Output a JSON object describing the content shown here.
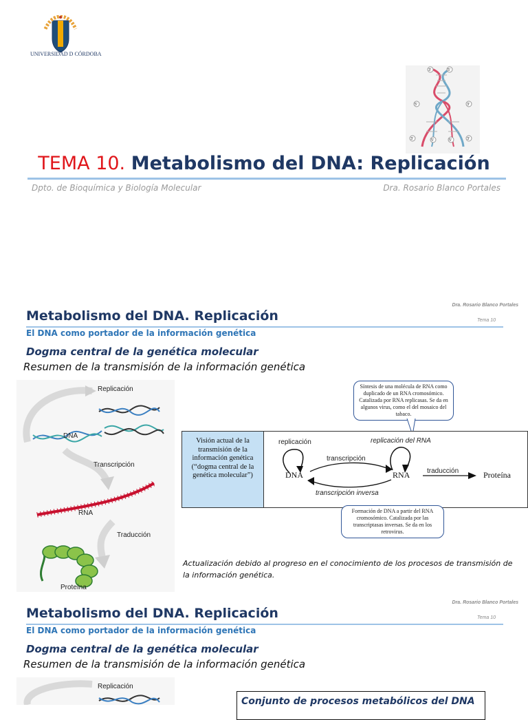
{
  "slide1": {
    "logo_text": "UNIVERSIDAD D CÓRDOBA",
    "title_num": "TEMA 10.",
    "title_main": "Metabolismo del DNA: Replicación",
    "dept": "Dpto. de Bioquímica y Biología Molecular",
    "author": "Dra. Rosario Blanco Portales",
    "helix_labels": [
      "3'",
      "5'",
      "5'",
      "3'",
      "3'",
      "5'",
      "5'",
      "3'"
    ]
  },
  "slide2": {
    "author": "Dra. Rosario Blanco Portales",
    "tema": "Tema 10",
    "title": "Metabolismo del DNA. Replicación",
    "subtitle": "El DNA como portador de la información genética",
    "heading": "Dogma central de la genética molecular",
    "summary": "Resumen de la transmisión de la información genética",
    "illus": {
      "replicacion": "Replicación",
      "dna": "DNA",
      "transcripcion": "Transcripción",
      "rna": "RNA",
      "traduccion": "Traducción",
      "proteina": "Proteína"
    },
    "bubble_top": "Síntesis de una molécula de RNA como duplicado de un RNA cromosómico. Catalizada por RNA replicasas. Se da en algunos virus, como el del mosaico del tabaco.",
    "bubble_bottom": "Formación de DNA a partir del RNA cromosómico. Catalizada por las transcriptasas inversas. Se da en los retrovirus.",
    "box_text": "Visión actual de la transmisión de la información genética (“dogma central de la genética molecular”)",
    "diagram": {
      "replicacion": "replicación",
      "replicacion_rna": "replicación del RNA",
      "transcripcion": "transcripción",
      "dna": "DNA",
      "rna": "RNA",
      "traduccion": "traducción",
      "proteina": "Proteína",
      "transcripcion_inversa": "transcripción inversa"
    },
    "note": "Actualización debido al progreso en el conocimiento de los procesos de transmisión de la información genética."
  },
  "slide3": {
    "author": "Dra. Rosario Blanco Portales",
    "tema": "Tema 10",
    "title": "Metabolismo del DNA. Replicación",
    "subtitle": "El DNA como portador de la información genética",
    "heading": "Dogma central de la genética molecular",
    "summary": "Resumen de la transmisión de la información genética",
    "replicacion": "Replicación",
    "box_title": "Conjunto de procesos metabólicos del DNA"
  },
  "colors": {
    "navy": "#1f3864",
    "red": "#e0161b",
    "link": "#2e75b6",
    "rule": "#9dc3e6"
  }
}
